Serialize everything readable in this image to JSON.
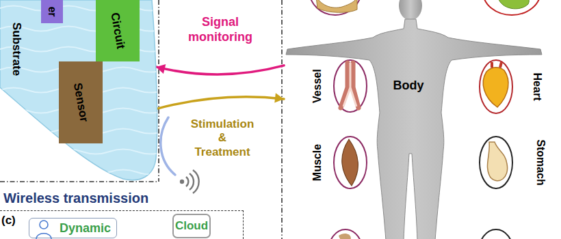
{
  "diagram": {
    "nodes": [
      {
        "text": [
          "Substrate"
        ]
      },
      {
        "text": [
          "er"
        ],
        "in": 0
      },
      {
        "text": [
          "Circuit"
        ],
        "in": 0
      },
      {
        "text": [
          "Sensor"
        ],
        "in": 0
      },
      {
        "text": [
          "Body"
        ]
      },
      {
        "text": [
          "Vessel"
        ]
      },
      {
        "text": [
          "Heart"
        ]
      },
      {
        "text": [
          "Muscle"
        ]
      },
      {
        "text": [
          "Stomach"
        ]
      },
      {
        "text": [
          "(c)"
        ]
      },
      {
        "text": [
          "Dynamic"
        ],
        "in": 9
      },
      {
        "text": [
          "Cloud"
        ],
        "in": 9
      }
    ],
    "edges": [
      {
        "from": 1,
        "to": 3,
        "arrow": "none"
      },
      {
        "from": 2,
        "to": 3,
        "arrow": "none"
      },
      {
        "from": 4,
        "to": 0,
        "label": "Signal monitoring",
        "arrow": "to"
      },
      {
        "from": 0,
        "to": 4,
        "label": "Stimulation & Treatment",
        "arrow": "to"
      }
    ],
    "labels": [
      "Wireless transmission"
    ]
  }
}
